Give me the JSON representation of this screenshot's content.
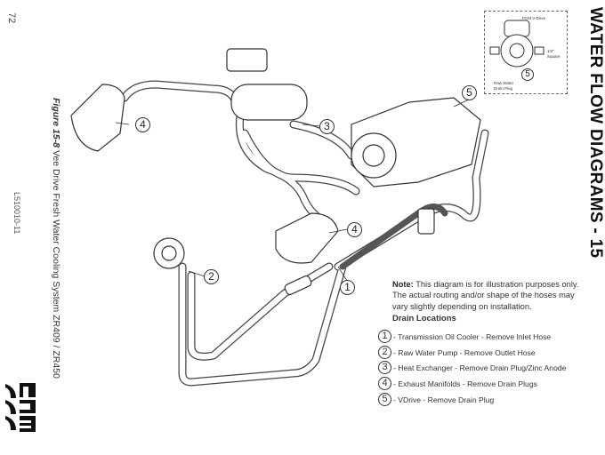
{
  "header": {
    "title": "WATER FLOW DIAGRAMS - 15"
  },
  "page_number": "72",
  "figure": {
    "label": "Figure 15-8",
    "caption": "Vee Drive Fresh Water Cooling System ZR409 / ZR450"
  },
  "doc_code": "L510010-11",
  "logo": {
    "text": "PCM"
  },
  "inset": {
    "title": "PCM V-Drive",
    "square_label": "1/2\" Square",
    "plug_label": "Raw Water Drain Plug",
    "callout": "5"
  },
  "callouts": [
    "4",
    "3",
    "5",
    "4",
    "2",
    "1"
  ],
  "note": {
    "label": "Note:",
    "text": "This diagram is for illustration purposes only. The actual routing and/or shape of the hoses may vary slightly depending on installation."
  },
  "drain": {
    "title": "Drain Locations",
    "items": [
      {
        "num": "1",
        "text": "- Transmission Oil Cooler - Remove Inlet Hose"
      },
      {
        "num": "2",
        "text": "- Raw Water Pump - Remove Outlet Hose"
      },
      {
        "num": "3",
        "text": "- Heat Exchanger - Remove Drain Plug/Zinc Anode"
      },
      {
        "num": "4",
        "text": "- Exhaust Manifolds - Remove Drain Plugs"
      },
      {
        "num": "5",
        "text": "- VDrive - Remove Drain Plug"
      }
    ]
  }
}
